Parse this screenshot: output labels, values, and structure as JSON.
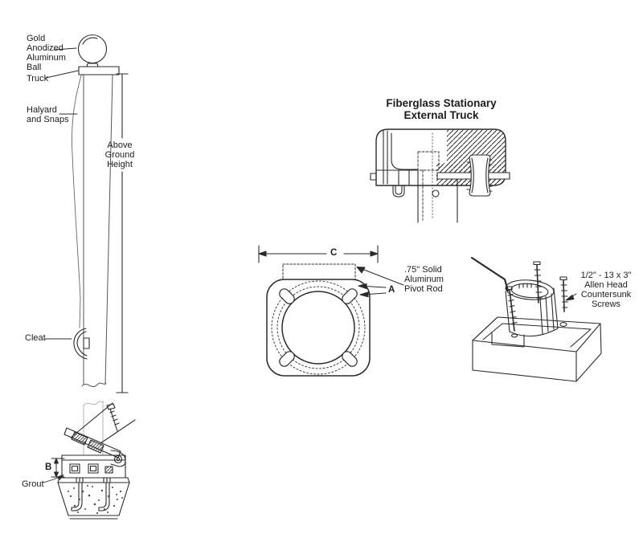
{
  "page": {
    "background": "#ffffff",
    "line_color": "#2b2b2b",
    "ghost_line_color": "#b5b5b5"
  },
  "flagpole_figure": {
    "labels": {
      "ball": "Gold\nAnodized\nAluminum\nBall",
      "truck": "Truck",
      "halyard": "Halyard\nand Snaps",
      "above_ground_height": "Above\nGround\nHeight",
      "cleat": "Cleat",
      "dimension_b": "B",
      "grout": "Grout"
    }
  },
  "truck_detail_figure": {
    "title": "Fiberglass Stationary\nExternal Truck"
  },
  "base_plan_figure": {
    "dimension_c": "C",
    "dimension_a": "A",
    "pivot_rod_note": ".75\" Solid\nAluminum\nPivot Rod"
  },
  "base_3d_figure": {
    "screws_note": "1/2\" - 13 x 3\"\nAllen Head\nCountersunk\nScrews"
  }
}
